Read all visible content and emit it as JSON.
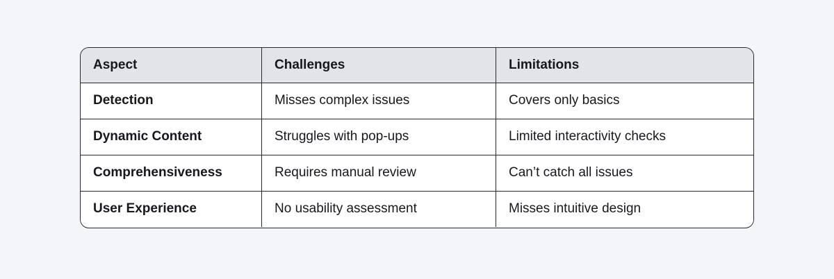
{
  "table": {
    "headers": [
      "Aspect",
      "Challenges",
      "Limitations"
    ],
    "rows": [
      {
        "cells": [
          "Detection",
          "Misses complex issues",
          "Covers only basics"
        ]
      },
      {
        "cells": [
          "Dynamic Content",
          "Struggles with pop-ups",
          "Limited interactivity checks"
        ]
      },
      {
        "cells": [
          "Comprehensiveness",
          "Requires manual review",
          "Can’t catch all issues"
        ]
      },
      {
        "cells": [
          "User Experience",
          "No usability assessment",
          "Misses intuitive design"
        ]
      }
    ]
  },
  "colors": {
    "page_bg": "#f4f5f8",
    "header_bg": "#e2e4e8",
    "border": "#24292e",
    "text": "#16181d",
    "cell_bg": "#ffffff"
  }
}
